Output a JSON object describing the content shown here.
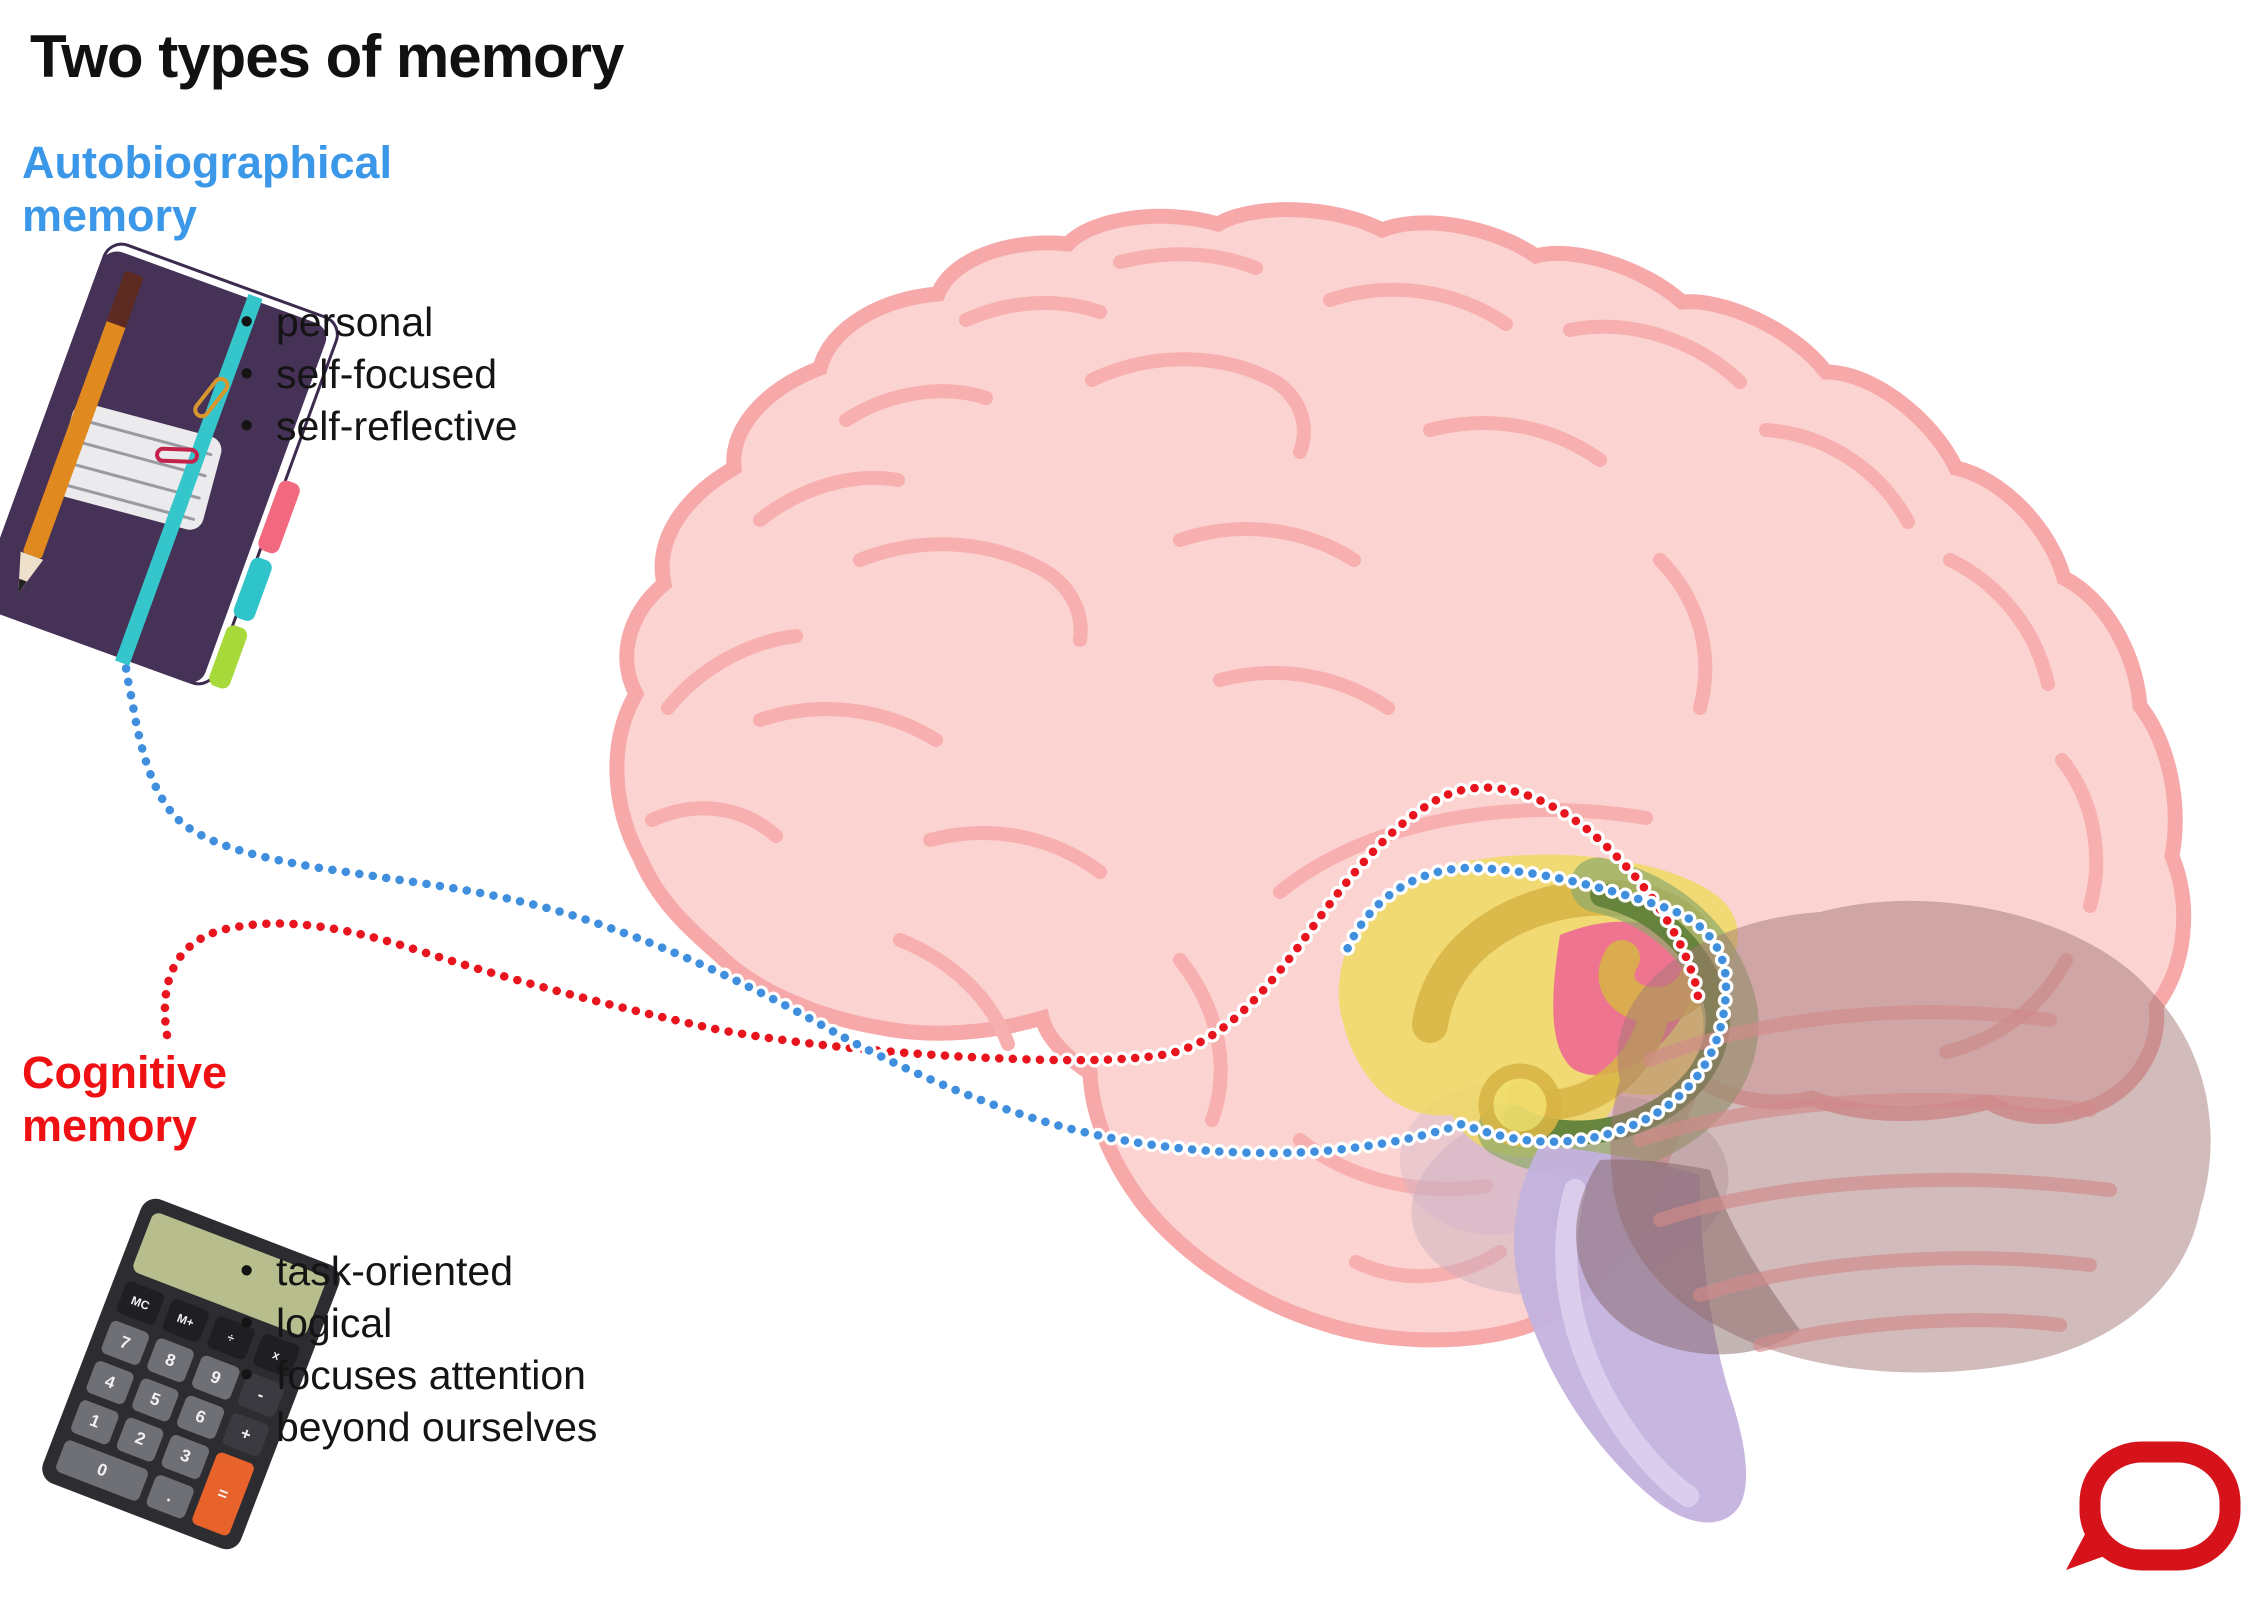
{
  "title": "Two types of memory",
  "bullet_char": "•",
  "autobiographical": {
    "label": "Autobiographical\nmemory",
    "bullets": [
      "personal",
      "self-focused",
      "self-reflective"
    ]
  },
  "cognitive": {
    "label": "Cognitive\nmemory",
    "bullets": [
      "task-oriented",
      "logical",
      "focuses attention\nbeyond ourselves"
    ]
  },
  "calculator": {
    "keys": [
      "MC",
      "M+",
      "÷",
      "x",
      "7",
      "8",
      "9",
      "-",
      "4",
      "5",
      "6",
      "+",
      "1",
      "2",
      "3",
      "=",
      "0",
      "."
    ]
  },
  "icons": {
    "autobiographical": "notebook-icon",
    "cognitive": "calculator-icon",
    "illustration": "brain-sagittal-illustration",
    "logo": "speech-bubble-logo"
  },
  "colors": {
    "blue_label": "#3B97E8",
    "red_label": "#EF1014",
    "dot_blue": "#3F8FDE",
    "dot_red": "#E8141E",
    "brain_fill": "#FBD4D2",
    "brain_stroke": "#F7A9A9",
    "sulci": "#F7AFAF",
    "structure_yellow": "#EFD95B",
    "structure_deep_yellow": "#D8B545",
    "structure_magenta": "#ED6295",
    "structure_green_outer": "#8FA96B",
    "structure_green": "#5A7D35",
    "cerebellum": "#A37878",
    "brainstem": "#C3B2DE",
    "logo_red": "#D6131B",
    "text": "#111111"
  }
}
